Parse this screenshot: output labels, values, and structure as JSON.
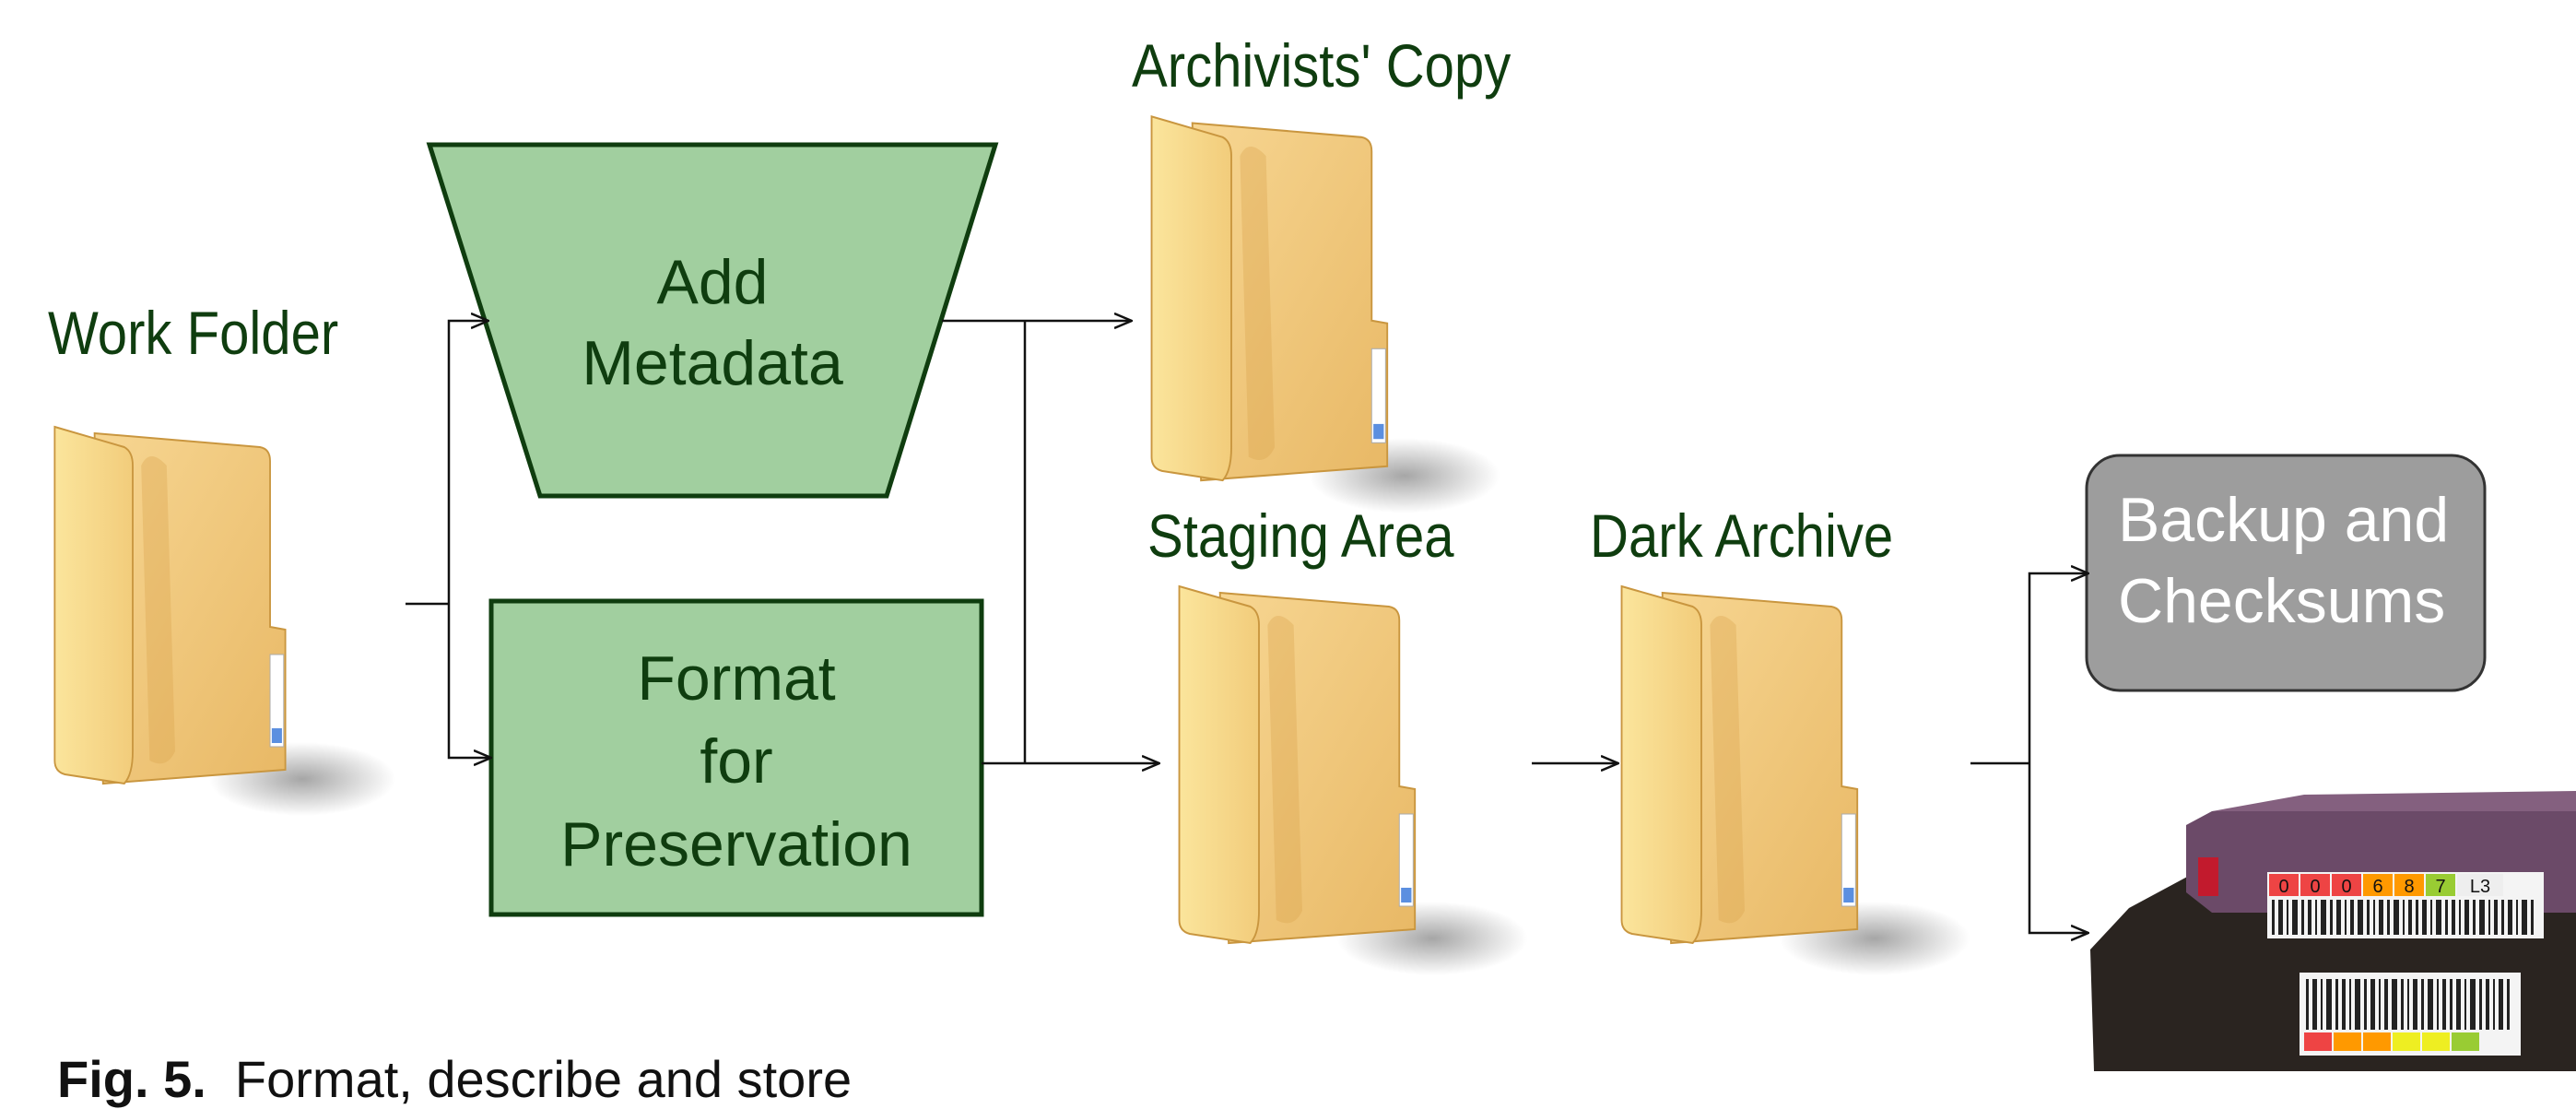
{
  "labels": {
    "work_folder": "Work Folder",
    "archivists_copy": "Archivists' Copy",
    "staging_area": "Staging Area",
    "dark_archive": "Dark Archive"
  },
  "process_boxes": {
    "add_metadata": [
      "Add",
      "Metadata"
    ],
    "format_for_preservation": [
      "Format",
      "for",
      "Preservation"
    ]
  },
  "terminal_box": {
    "backup_and_checksums": [
      "Backup and",
      "Checksums"
    ]
  },
  "tape_labels": [
    "0",
    "0",
    "0",
    "6",
    "8",
    "7",
    "L3"
  ],
  "caption": {
    "prefix": "Fig. 5.",
    "text": "Format, describe and store"
  },
  "colors": {
    "process_fill": "#a1cf9f",
    "process_stroke": "#0f3d0f",
    "label_text": "#0f3d0f",
    "terminal_fill": "#9d9d9d",
    "folder_body": "#f2c97a",
    "folder_front": "#f8dc8f"
  }
}
